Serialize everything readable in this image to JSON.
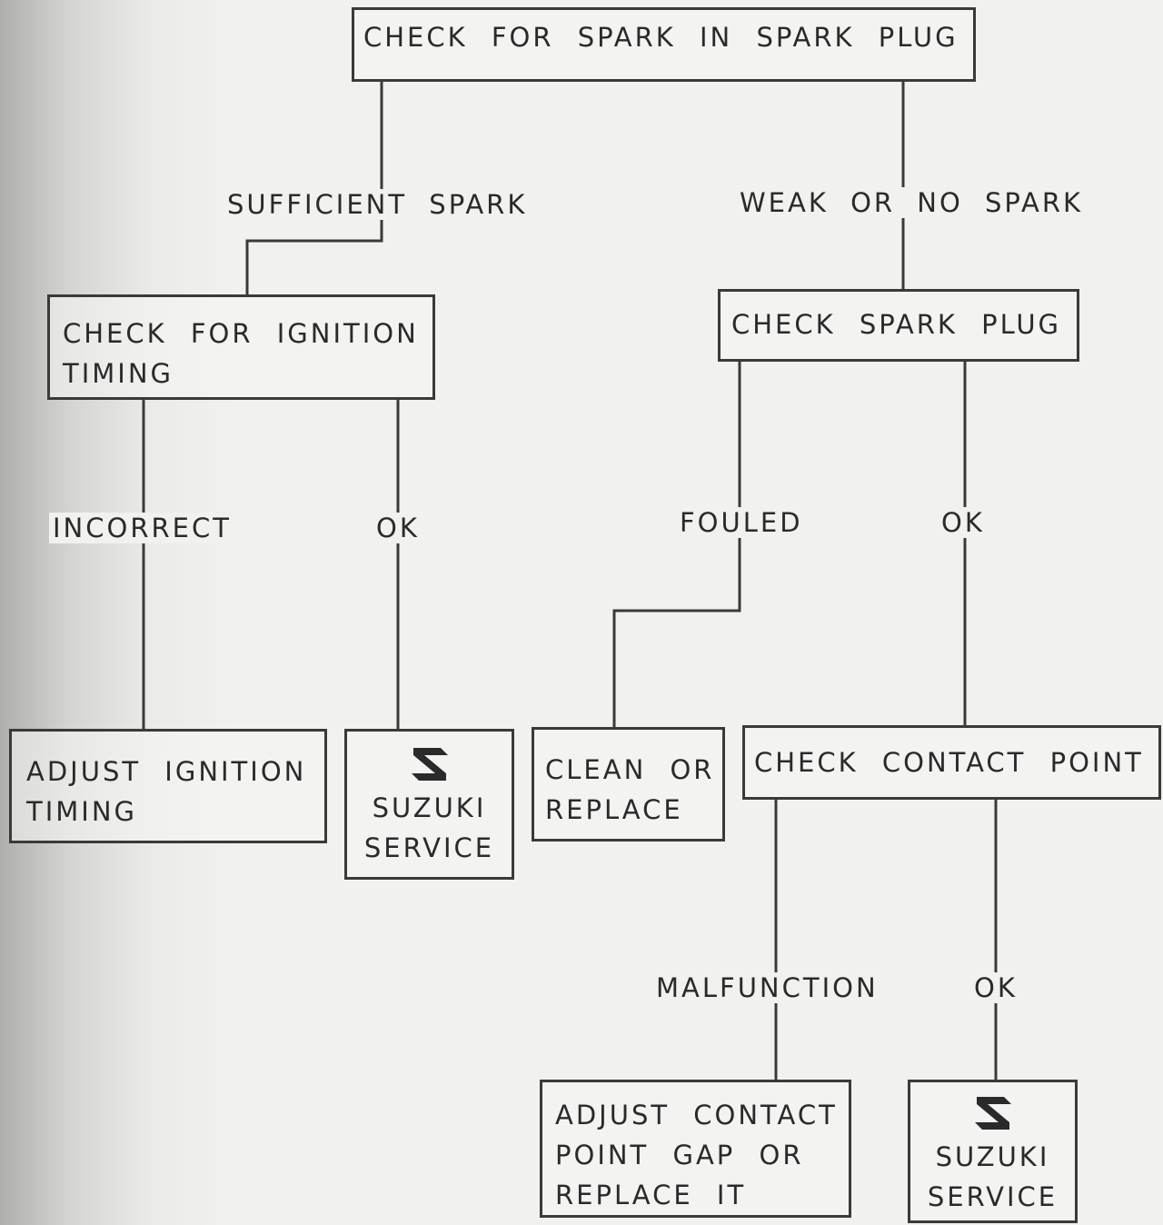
{
  "boxes": {
    "root": "CHECK FOR SPARK IN SPARK PLUG",
    "check_ignition": "CHECK FOR IGNITION\nTIMING",
    "check_plug": "CHECK SPARK PLUG",
    "adjust_ignition": "ADJUST IGNITION\nTIMING",
    "service1": "SUZUKI\nSERVICE",
    "clean_replace": "CLEAN OR\nREPLACE",
    "check_contact": "CHECK CONTACT POINT",
    "adjust_contact": "ADJUST CONTACT\nPOINT GAP OR\nREPLACE IT",
    "service2": "SUZUKI\nSERVICE"
  },
  "labels": {
    "sufficient": "SUFFICIENT SPARK",
    "weak": "WEAK OR NO SPARK",
    "incorrect": "INCORRECT",
    "ok1": "OK",
    "fouled": "FOULED",
    "ok2": "OK",
    "malfunction": "MALFUNCTION",
    "ok3": "OK"
  },
  "colors": {
    "ink": "#3a3a3a",
    "paper": "#f1f1ef"
  },
  "icons": {
    "service_logo": "suzuki-s-logo"
  }
}
